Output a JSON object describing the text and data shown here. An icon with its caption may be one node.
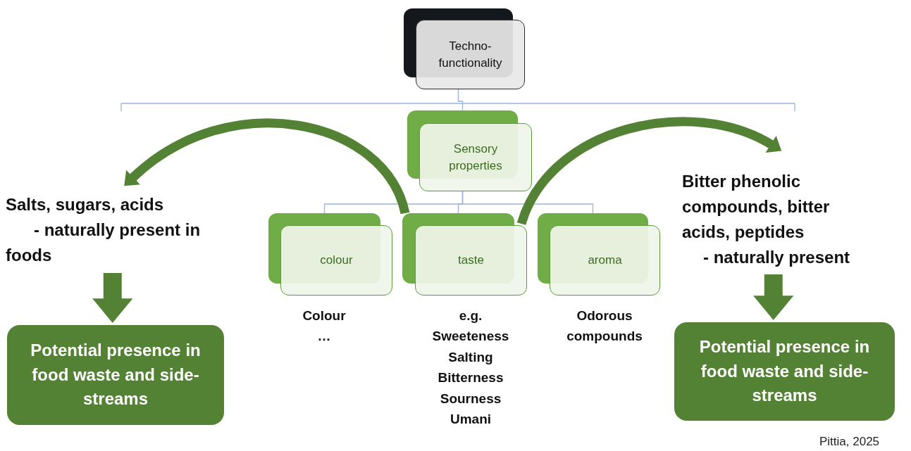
{
  "diagram": {
    "nodes": [
      {
        "text": [
          "Techno-functionality"
        ]
      },
      {
        "text": [
          "Sensory properties"
        ]
      },
      {
        "text": [
          "colour"
        ],
        "beside": [
          "Colour",
          "…"
        ]
      },
      {
        "text": [
          "taste"
        ],
        "beside": [
          "e.g.",
          "Sweeteness",
          "Salting",
          "Bitterness",
          "Sourness",
          "Umani"
        ]
      },
      {
        "text": [
          "aroma"
        ],
        "beside": [
          "Odorous compounds"
        ]
      },
      {
        "text": [
          "Salts, sugars, acids",
          "- naturally present in foods"
        ]
      },
      {
        "text": [
          "Potential presence in food waste and side-streams"
        ]
      },
      {
        "text": [
          "Bitter phenolic compounds, bitter acids, peptides",
          "- naturally present"
        ]
      },
      {
        "text": [
          "Potential presence in food waste and side-streams"
        ]
      }
    ],
    "edges": [
      {
        "from": 0,
        "to": 1,
        "arrow": "none"
      },
      {
        "from": 1,
        "to": 2,
        "arrow": "none"
      },
      {
        "from": 1,
        "to": 3,
        "arrow": "none"
      },
      {
        "from": 1,
        "to": 4,
        "arrow": "none"
      },
      {
        "from": 3,
        "to": 5,
        "arrow": "to",
        "style": "thick",
        "color": "#548235"
      },
      {
        "from": 3,
        "to": 7,
        "arrow": "to",
        "style": "thick",
        "color": "#548235"
      },
      {
        "from": 5,
        "to": 6,
        "arrow": "to",
        "style": "thick",
        "color": "#548235"
      },
      {
        "from": 7,
        "to": 8,
        "arrow": "to",
        "style": "thick",
        "color": "#548235"
      }
    ],
    "labels": [
      "Pittia, 2025"
    ]
  }
}
